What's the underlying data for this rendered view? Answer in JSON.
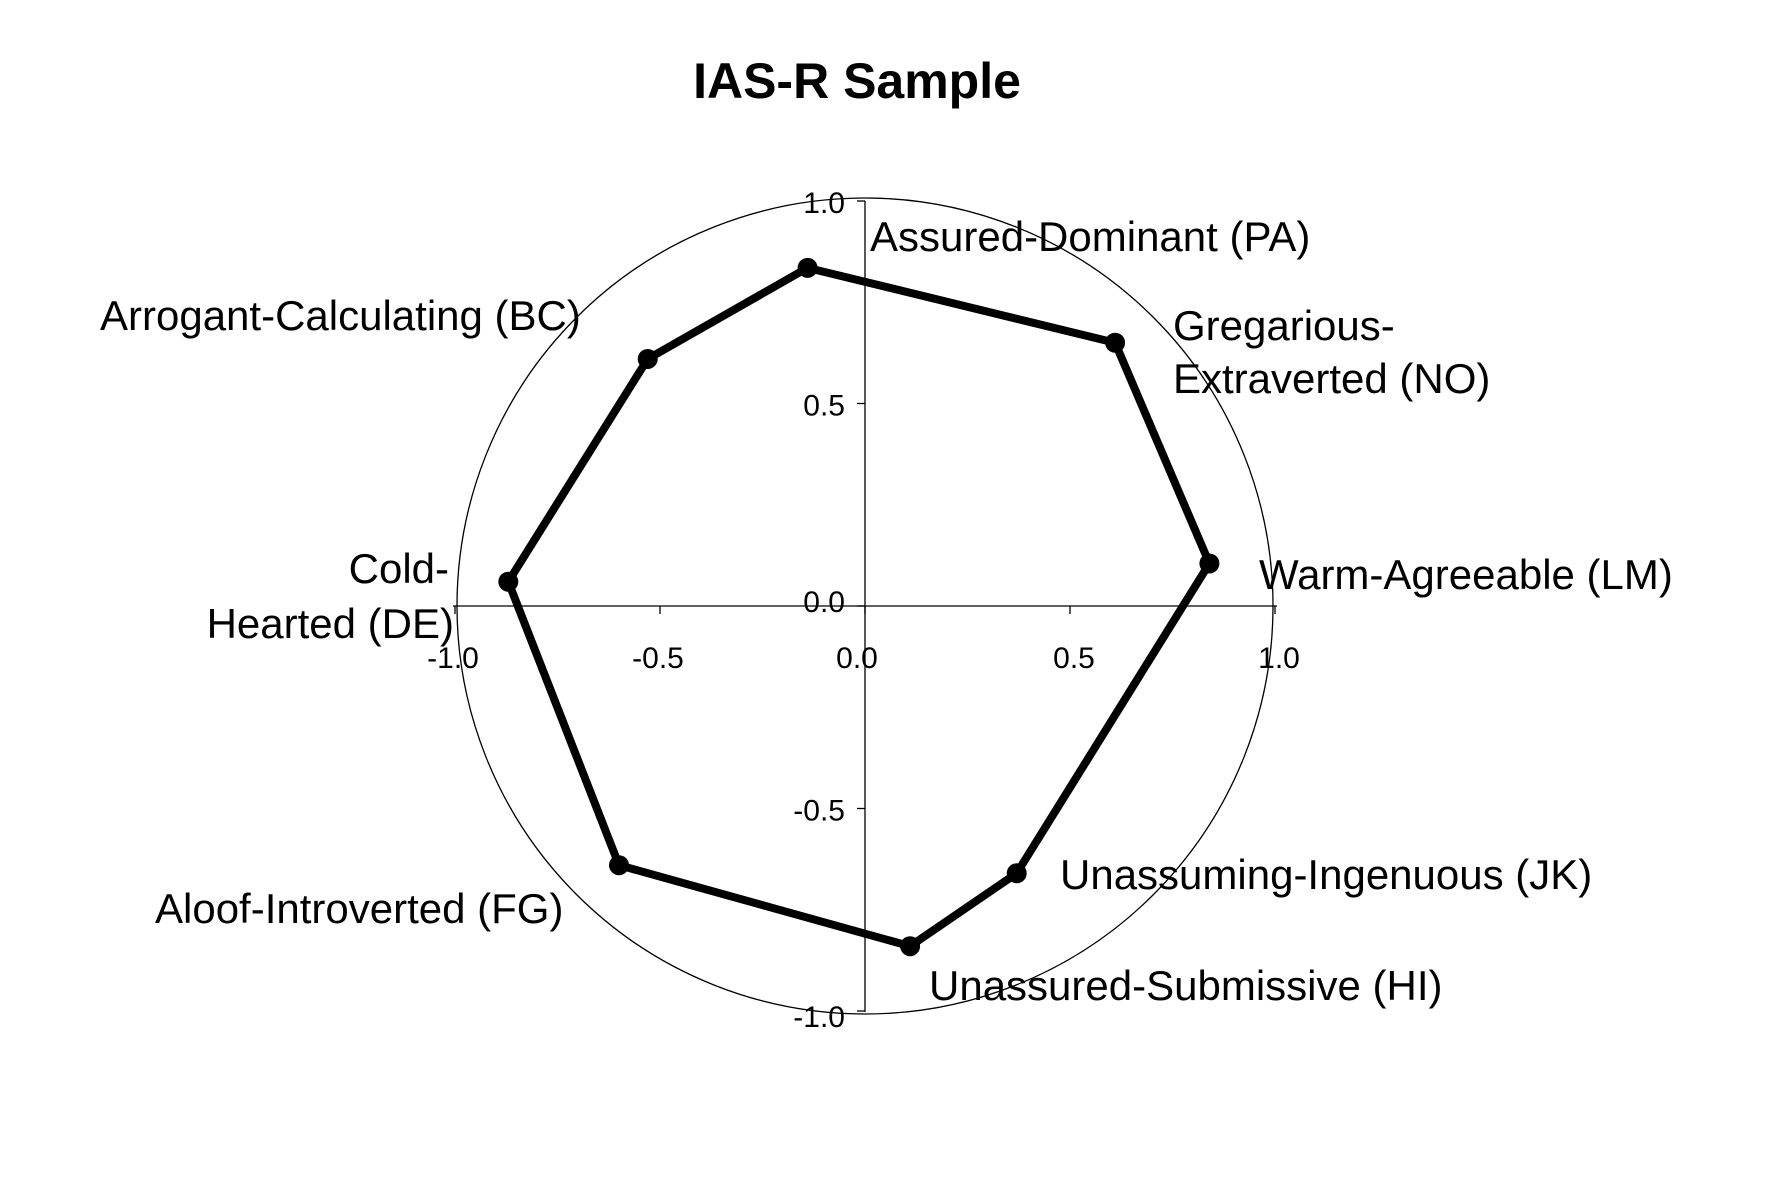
{
  "chart_data": {
    "type": "radar",
    "title": "IAS-R Sample",
    "xlim": [
      -1.0,
      1.0
    ],
    "ylim": [
      -1.0,
      1.0
    ],
    "x_ticks": [
      "-1.0",
      "-0.5",
      "0.0",
      "0.5",
      "1.0"
    ],
    "y_ticks": [
      "1.0",
      "0.5",
      "0.0",
      "-0.5",
      "-1.0"
    ],
    "grid": false,
    "series": [
      {
        "name": "IAS-R Sample",
        "points": [
          {
            "label": "Assured-Dominant (PA)",
            "x": -0.14,
            "y": 0.835
          },
          {
            "label": "Gregarious-Extraverted (NO)",
            "x": 0.61,
            "y": 0.65
          },
          {
            "label": "Warm-Agreeable (LM)",
            "x": 0.84,
            "y": 0.105
          },
          {
            "label": "Unassuming-Ingenuous (JK)",
            "x": 0.37,
            "y": -0.66
          },
          {
            "label": "Unassured-Submissive (HI)",
            "x": 0.11,
            "y": -0.84
          },
          {
            "label": "Aloof-Introverted (FG)",
            "x": -0.6,
            "y": -0.64
          },
          {
            "label": "Cold-Hearted (DE)",
            "x": -0.87,
            "y": 0.06
          },
          {
            "label": "Arrogant-Calculating (BC)",
            "x": -0.53,
            "y": 0.61
          }
        ]
      }
    ],
    "octant_labels": {
      "PA": "Assured-Dominant (PA)",
      "NO_1": "Gregarious-",
      "NO_2": "Extraverted (NO)",
      "LM": "Warm-Agreeable (LM)",
      "JK": "Unassuming-Ingenuous (JK)",
      "HI": "Unassured-Submissive (HI)",
      "FG": "Aloof-Introverted (FG)",
      "DE_1": "Cold-",
      "DE_2": "Hearted (DE)",
      "BC": "Arrogant-Calculating (BC)"
    },
    "line_color": "#000000"
  }
}
